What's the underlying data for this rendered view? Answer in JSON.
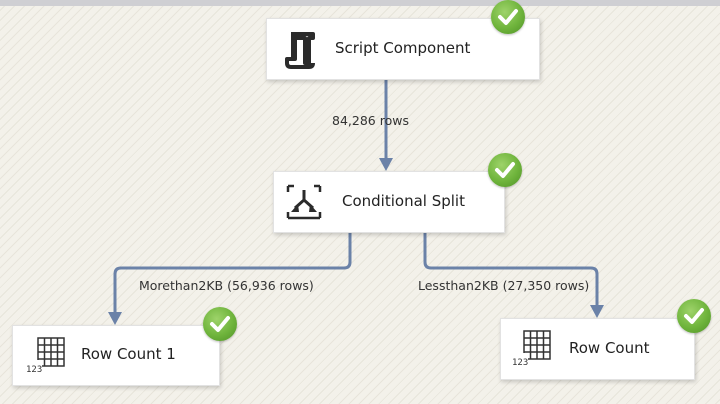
{
  "canvas": {
    "background": "#f3f1ea",
    "flow_color": "#6b82a8",
    "success_color": "#6fb43c"
  },
  "nodes": {
    "script_component": {
      "label": "Script Component",
      "icon": "script-icon",
      "status": "success"
    },
    "conditional_split": {
      "label": "Conditional Split",
      "icon": "conditional-split-icon",
      "status": "success"
    },
    "row_count_1": {
      "label": "Row Count 1",
      "icon": "row-count-icon",
      "icon_text": "123",
      "status": "success"
    },
    "row_count": {
      "label": "Row Count",
      "icon": "row-count-icon",
      "icon_text": "123",
      "status": "success"
    }
  },
  "paths": {
    "script_to_split": {
      "label": "84,286 rows"
    },
    "split_to_rowcount1": {
      "label": "Morethan2KB (56,936 rows)"
    },
    "split_to_rowcount": {
      "label": "Lessthan2KB (27,350 rows)"
    }
  }
}
